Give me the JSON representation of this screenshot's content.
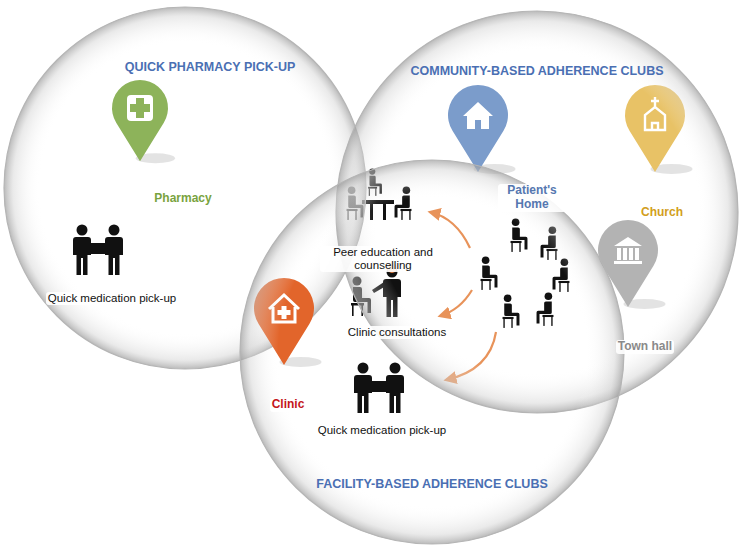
{
  "diagram": {
    "nodes": [
      {
        "text": [
          "QUICK PHARMACY PICK-UP"
        ]
      },
      {
        "text": [
          "Pharmacy"
        ],
        "in": 0
      },
      {
        "text": [
          "Quick medication pick-up"
        ],
        "in": 0
      },
      {
        "text": [
          "COMMUNITY-BASED ADHERENCE CLUBS"
        ]
      },
      {
        "text": [
          "Patient's Home"
        ],
        "in": 3
      },
      {
        "text": [
          "Church"
        ],
        "in": 3
      },
      {
        "text": [
          "Town hall"
        ],
        "in": 3
      },
      {
        "text": [
          "FACILITY-BASED ADHERENCE CLUBS"
        ]
      },
      {
        "text": [
          "Clinic"
        ],
        "in": 7
      },
      {
        "text": [
          "Peer education and counselling"
        ],
        "in": 7
      },
      {
        "text": [
          "Clinic consultations"
        ],
        "in": 7
      },
      {
        "text": [
          "Quick medication pick-up"
        ],
        "in": 7
      }
    ]
  }
}
